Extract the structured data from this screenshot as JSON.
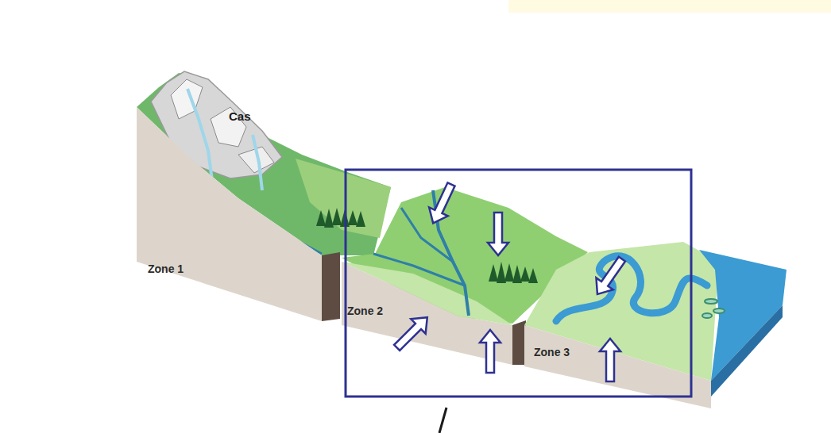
{
  "diagram": {
    "nodes": [
      {
        "text": [
          "Zone 1"
        ]
      },
      {
        "text": [
          "Zone 2"
        ]
      },
      {
        "text": [
          "Zone 3"
        ]
      }
    ],
    "labels": [
      "Cas"
    ]
  }
}
